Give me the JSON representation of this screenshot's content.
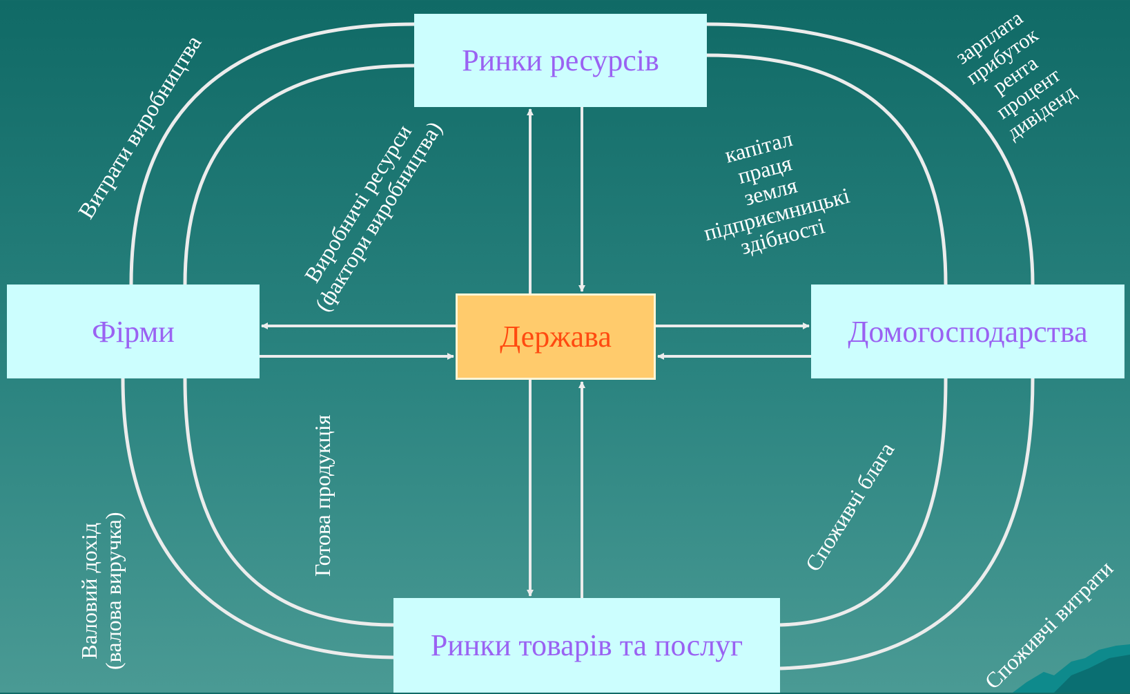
{
  "boxes": {
    "resource_markets": "Ринки ресурсів",
    "goods_markets": "Ринки товарів та послуг",
    "firms": "Фірми",
    "households": "Домогосподарства",
    "state": "Держава"
  },
  "labels": {
    "production_costs": "Витрати виробництва",
    "production_resources": [
      "Виробничі ресурси",
      "(фактори виробництва)"
    ],
    "factors": [
      "капітал",
      "праця",
      "земля",
      "підприємницькі",
      "здібності"
    ],
    "incomes": [
      "зарплата",
      "прибуток",
      "рента",
      "процент",
      "дивіденд"
    ],
    "finished_products": "Готова продукція",
    "gross_income": [
      "Валовий дохід",
      "(валова виручка)"
    ],
    "consumer_goods": "Споживчі блага",
    "consumer_spending": "Споживчі витрати"
  },
  "colors": {
    "background_top": "#106a66",
    "background_bottom": "#4a9a94",
    "box_fill": "#ccfefe",
    "box_text": "#9a62f2",
    "state_fill": "#ffcb6c",
    "state_text": "#ff4a10",
    "flow_line": "#ececec"
  }
}
